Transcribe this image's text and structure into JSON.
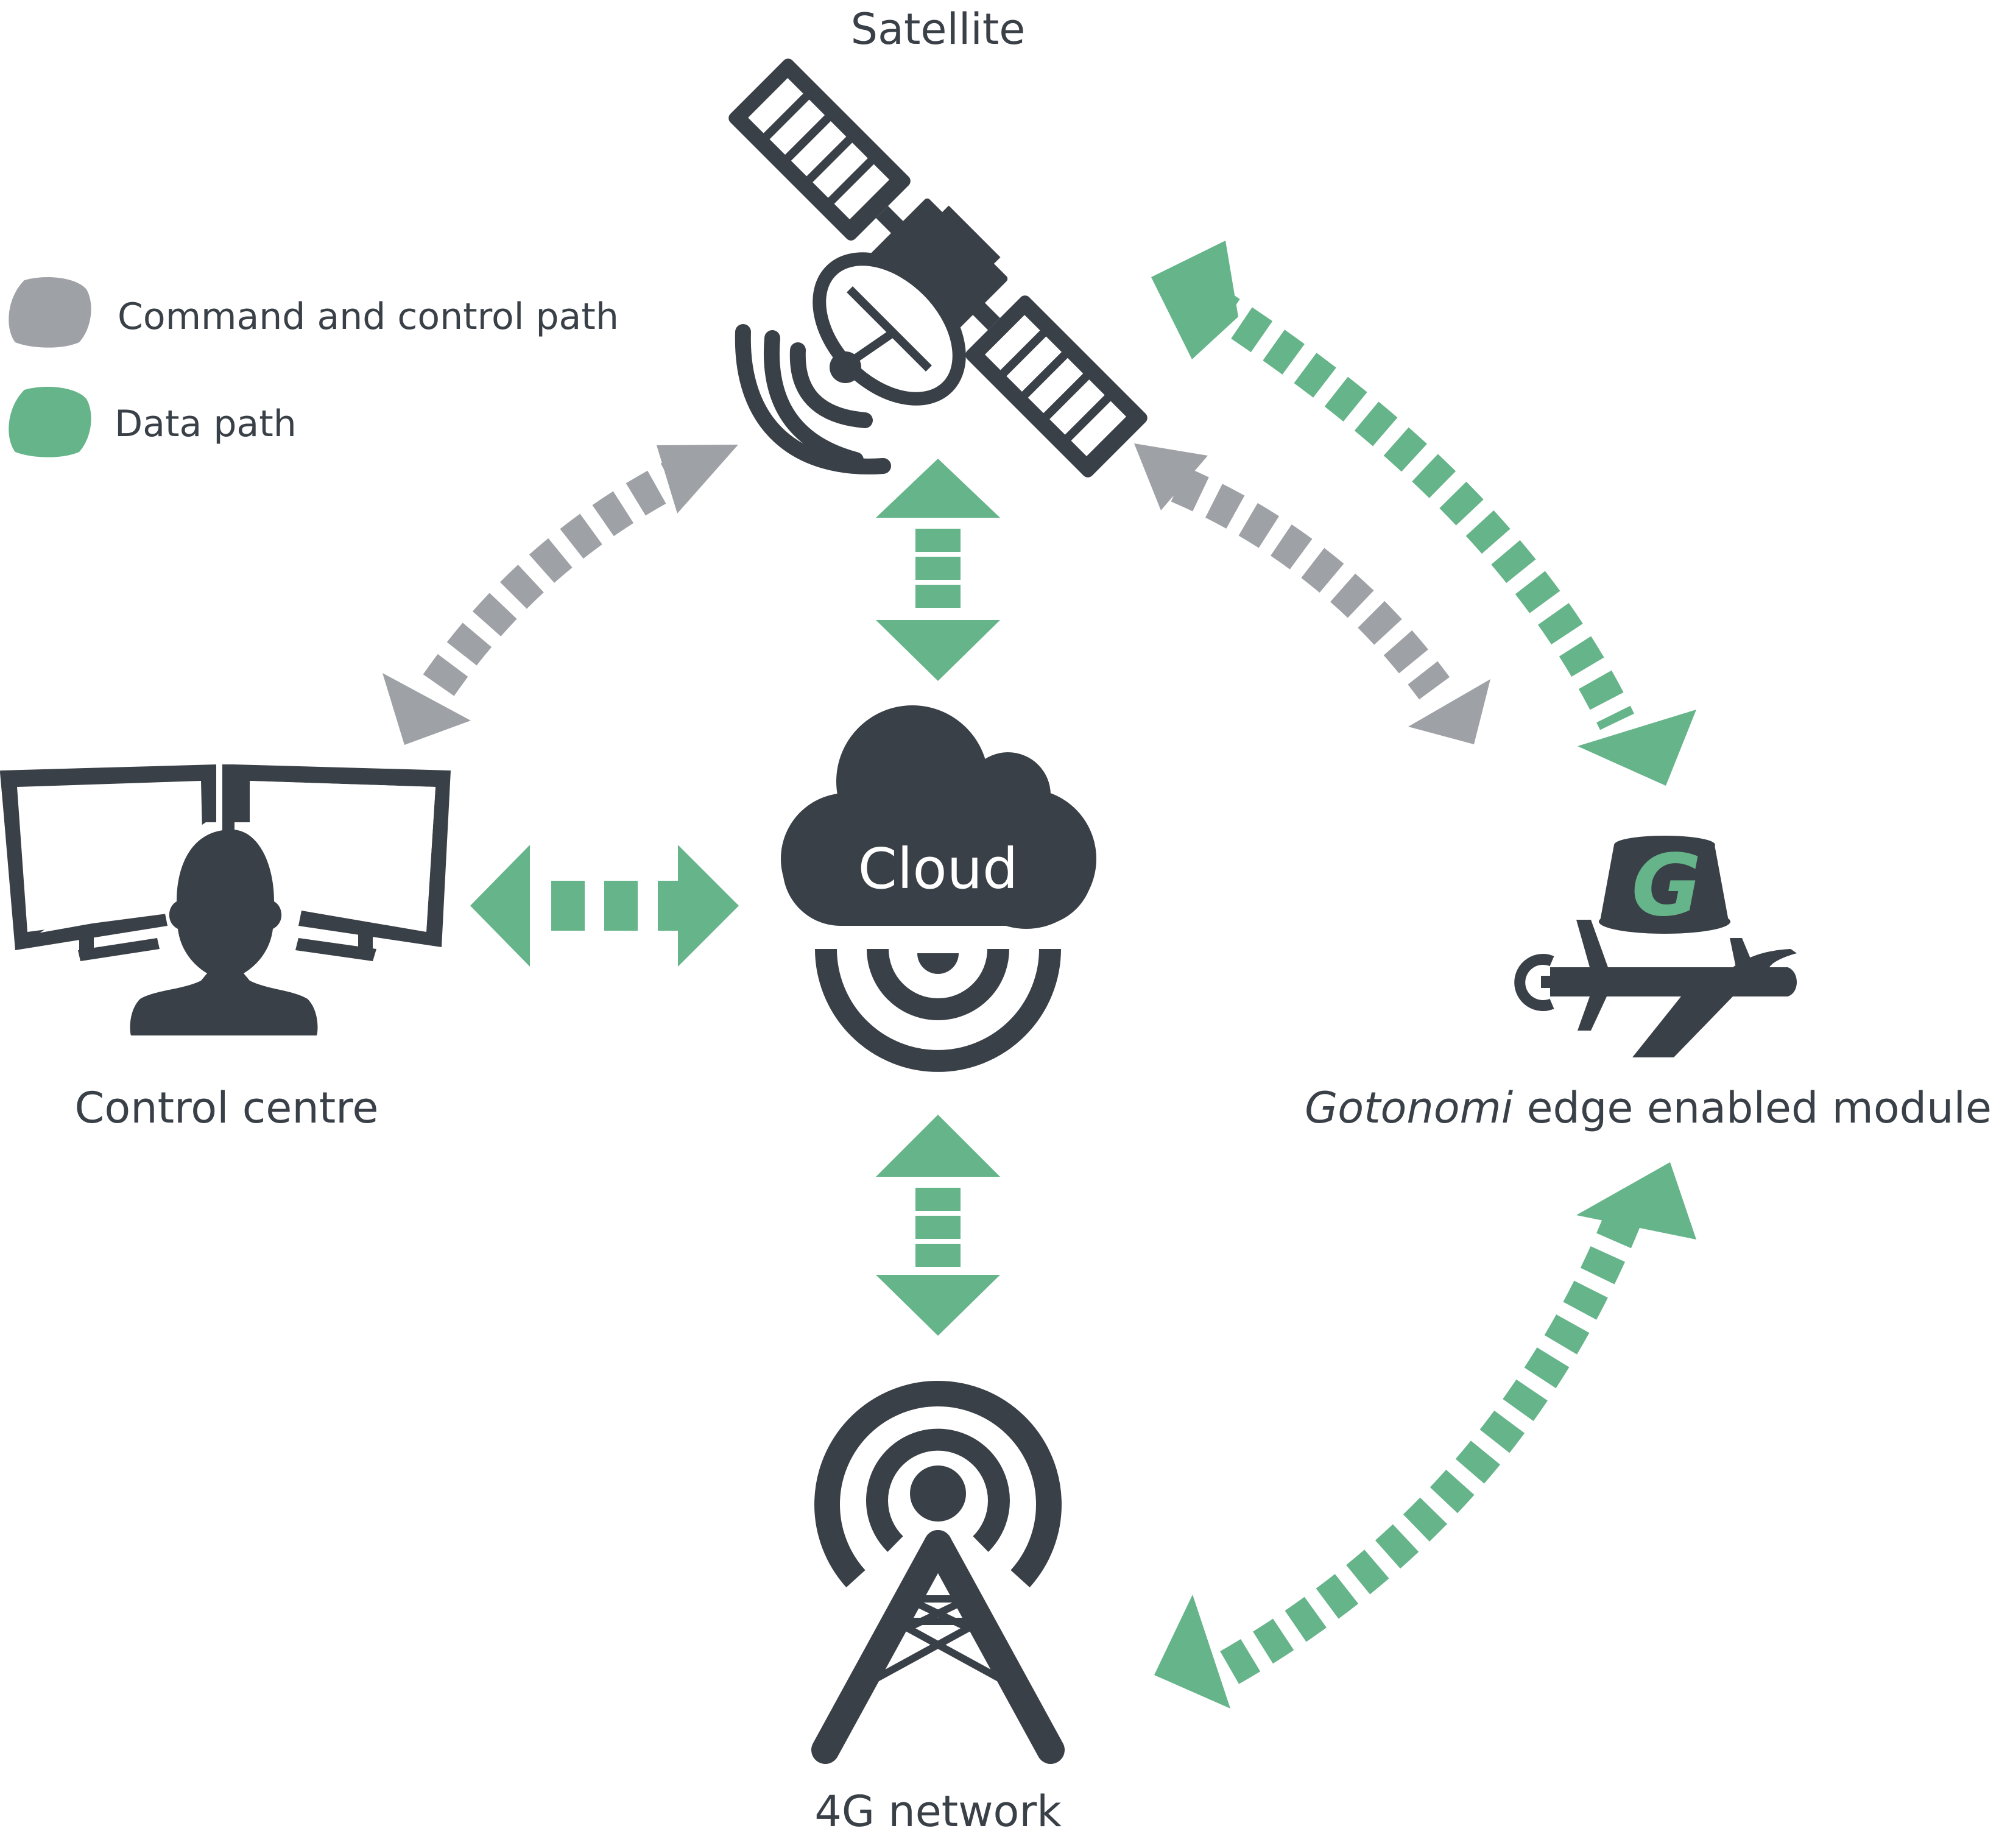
{
  "legend": {
    "command_label": "Command and control path",
    "data_label": "Data path"
  },
  "nodes": {
    "satellite": "Satellite",
    "control_centre": "Control centre",
    "cloud": "Cloud",
    "module_brand": "Gotonomi",
    "module_rest": " edge enabled module",
    "module_logo_letter": "G",
    "network": "4G network"
  },
  "colors": {
    "command_path": "#9ea1a5",
    "data_path": "#66b48a",
    "icon": "#3a4047"
  },
  "icons": [
    "satellite-icon",
    "control-centre-icon",
    "cloud-icon",
    "edge-module-icon",
    "cell-tower-icon"
  ]
}
